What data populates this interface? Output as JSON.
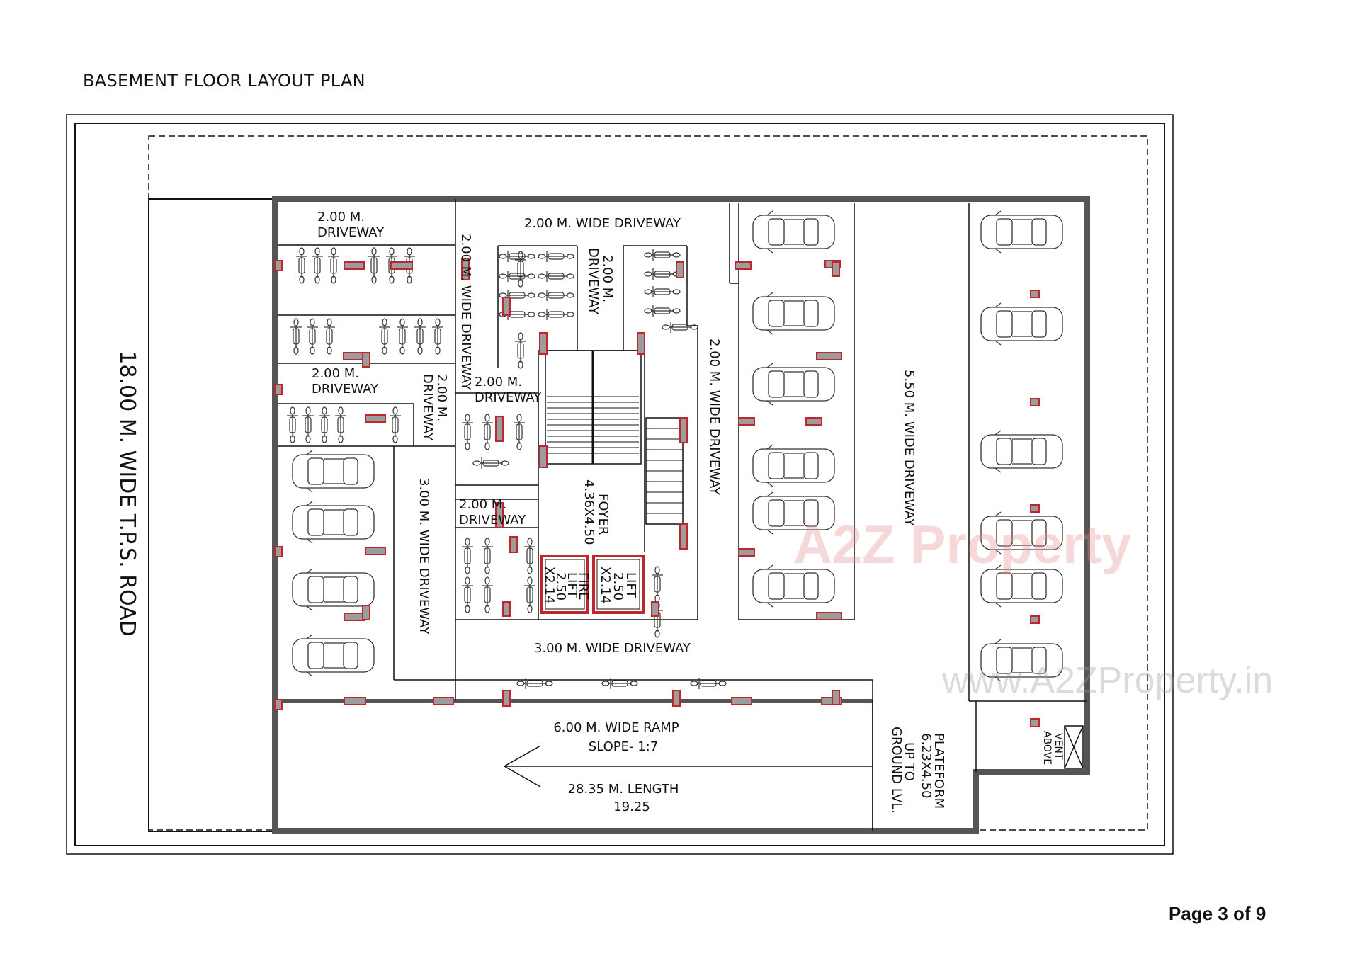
{
  "title": "BASEMENT FLOOR LAYOUT PLAN",
  "page_label": "Page 3 of 9",
  "road_label": "18.00 M. WIDE T.P.S. ROAD",
  "labels": {
    "driveway_tl_1": "2.00 M.",
    "driveway_tl_2": "DRIVEWAY",
    "wide_driveway_top": "2.00 M. WIDE DRIVEWAY",
    "wide_driveway_vertical_left": "2.00 M. WIDE DRIVEWAY",
    "driveway_v_small_1": "2.00 M.",
    "driveway_v_small_2": "DRIVEWAY",
    "driveway_ml_1": "2.00 M.",
    "driveway_ml_2": "DRIVEWAY",
    "driveway_v_left_1": "2.00 M.",
    "driveway_v_left_2": "DRIVEWAY",
    "driveway_c_1": "2.00 M.",
    "driveway_c_2": "DRIVEWAY",
    "driveway_lc_1": "2.00 M.",
    "driveway_lc_2": "DRIVEWAY",
    "wide_driveway_vertical_right": "2.00 M. WIDE DRIVEWAY",
    "wide_driveway_550": "5.50 M. WIDE DRIVEWAY",
    "wide_driveway_300_v": "3.00 M. WIDE DRIVEWAY",
    "wide_driveway_300_h": "3.00 M. WIDE DRIVEWAY",
    "foyer_1": "FOYER",
    "foyer_2": "4.36X4.50",
    "fire_lift_1": "FIRE",
    "fire_lift_2": "LIFT",
    "fire_lift_3": "2.50",
    "fire_lift_4": "X2.14",
    "lift_1": "LIFT",
    "lift_2": "2.50",
    "lift_3": "X2.14",
    "ramp_1": "6.00 M. WIDE RAMP",
    "ramp_2": "SLOPE- 1:7",
    "ramp_3": "28.35 M. LENGTH",
    "ramp_4": "19.25",
    "platform_1": "PLATEFORM",
    "platform_2": "6.23X4.50",
    "platform_3": "UP TO",
    "platform_4": "GROUND LVL.",
    "vent_1": "VENT",
    "vent_2": "ABOVE"
  },
  "watermark": {
    "logo_text": "A2Z Property",
    "url": "www.A2ZProperty.in"
  },
  "colors": {
    "column_fill": "#9c9c9c",
    "column_stroke": "#c0272d",
    "wall": "#555555",
    "line": "#111111"
  }
}
